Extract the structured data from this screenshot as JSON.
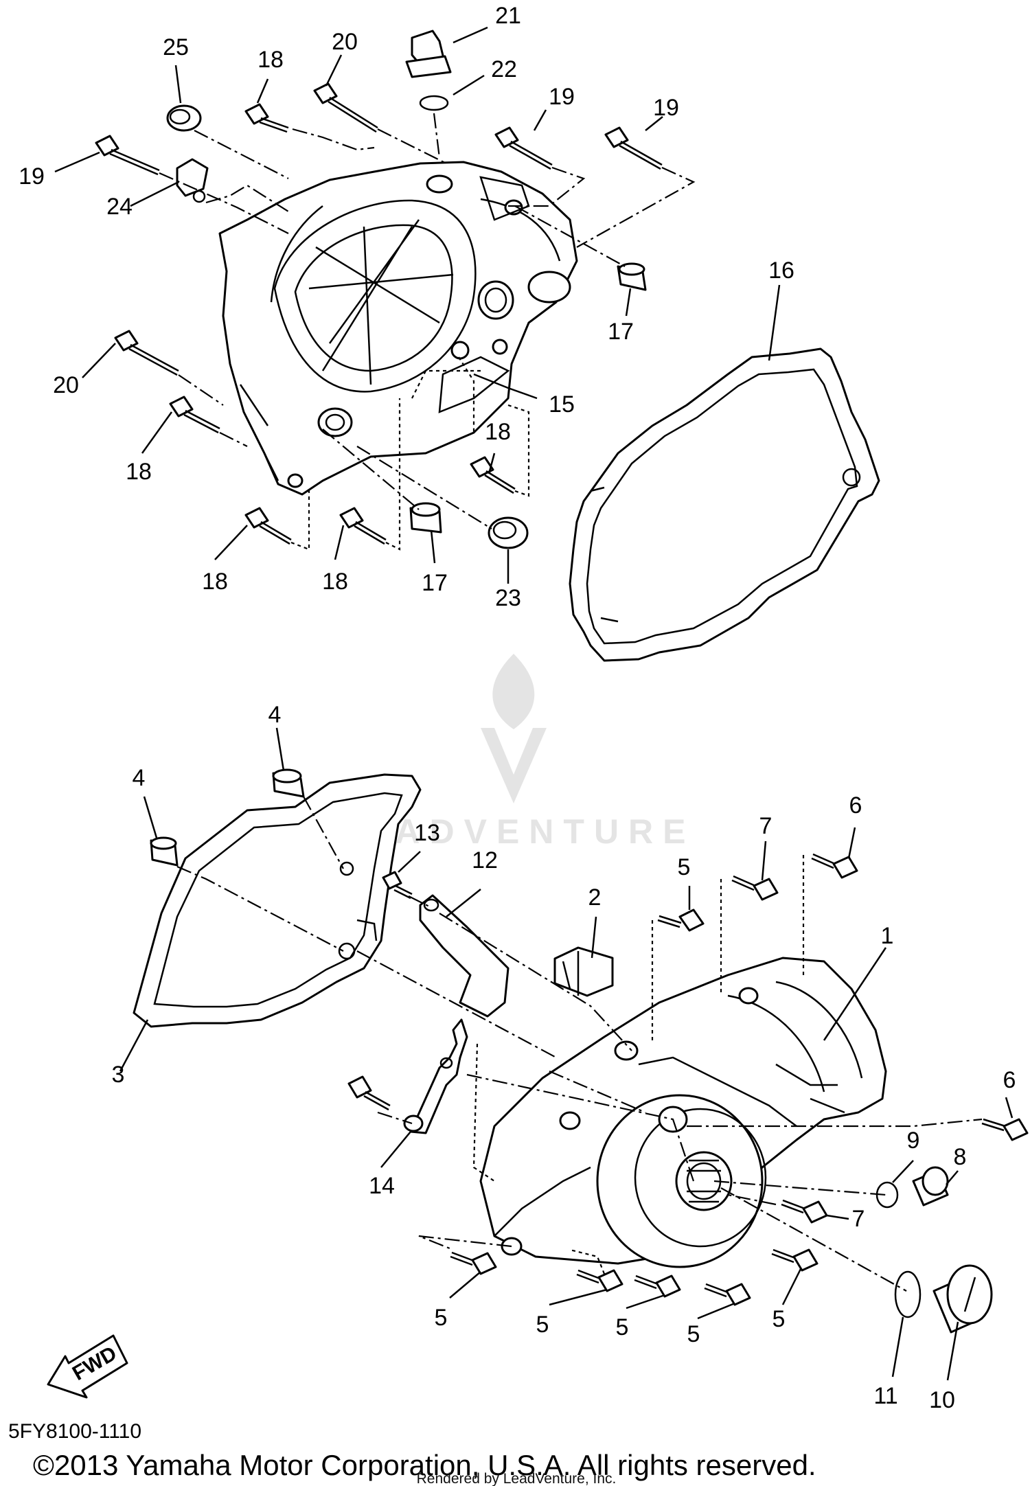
{
  "diagram": {
    "part_code": "5FY8100-1110",
    "copyright": "©2013 Yamaha Motor Corporation, U.S.A. All rights reserved.",
    "rendered_by": "Rendered by LeadVenture, Inc.",
    "watermark": "LEADVENTURE",
    "fwd_label": "FWD",
    "callouts": {
      "c21": "21",
      "c22": "22",
      "c25": "25",
      "c20a": "20",
      "c18a": "18",
      "c19a": "19",
      "c19b": "19",
      "c19c": "19",
      "c24": "24",
      "c16": "16",
      "c17a": "17",
      "c15": "15",
      "c20b": "20",
      "c18b": "18",
      "c18c": "18",
      "c18d": "18",
      "c18e": "18",
      "c17b": "17",
      "c23": "23",
      "c4a": "4",
      "c4b": "4",
      "c13": "13",
      "c12": "12",
      "c2": "2",
      "c5a": "5",
      "c7a": "7",
      "c6a": "6",
      "c1": "1",
      "c3": "3",
      "c14": "14",
      "c6b": "6",
      "c9": "9",
      "c8": "8",
      "c7b": "7",
      "c5b": "5",
      "c5c": "5",
      "c5d": "5",
      "c5e": "5",
      "c5f": "5",
      "c11": "11",
      "c10": "10"
    }
  }
}
